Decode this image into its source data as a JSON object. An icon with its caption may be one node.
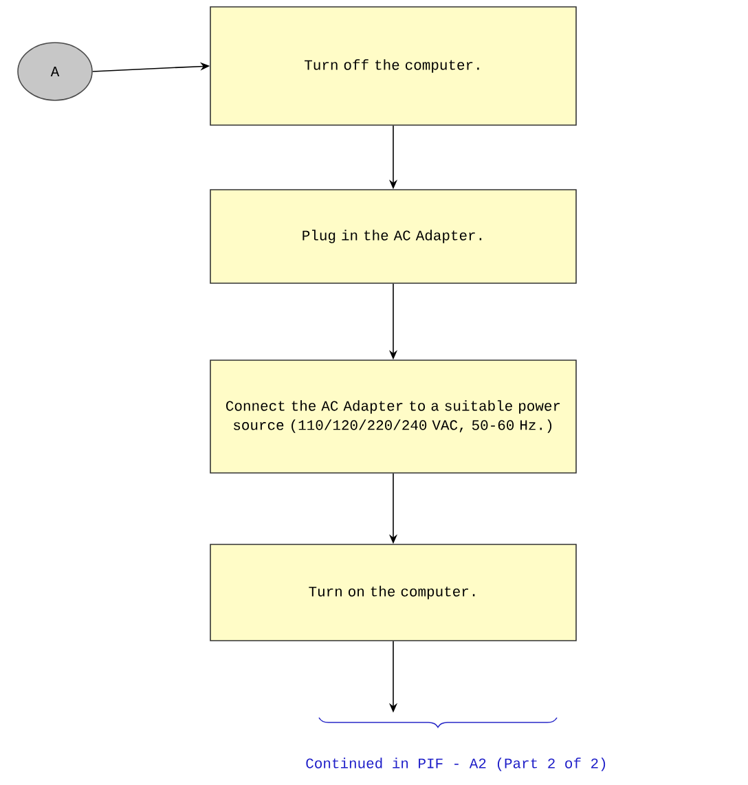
{
  "diagram": {
    "nodes": [
      {
        "text": [
          "A"
        ]
      },
      {
        "text": [
          "Turn off the computer."
        ]
      },
      {
        "text": [
          "Plug in the AC Adapter."
        ]
      },
      {
        "text": [
          "Connect the AC Adapter to a suitable power source (110/120/220/240 VAC, 50-60 Hz.)"
        ]
      },
      {
        "text": [
          "Turn on the computer."
        ]
      }
    ],
    "edges": [
      {
        "from": 0,
        "to": 1,
        "arrow": "to"
      },
      {
        "from": 1,
        "to": 2,
        "arrow": "to"
      },
      {
        "from": 2,
        "to": 3,
        "arrow": "to"
      },
      {
        "from": 3,
        "to": 4,
        "arrow": "to"
      },
      {
        "from": 4,
        "to": null,
        "arrow": "to"
      }
    ],
    "labels": [
      "Continued in PIF - A2 (Part 2 of 2)"
    ]
  }
}
